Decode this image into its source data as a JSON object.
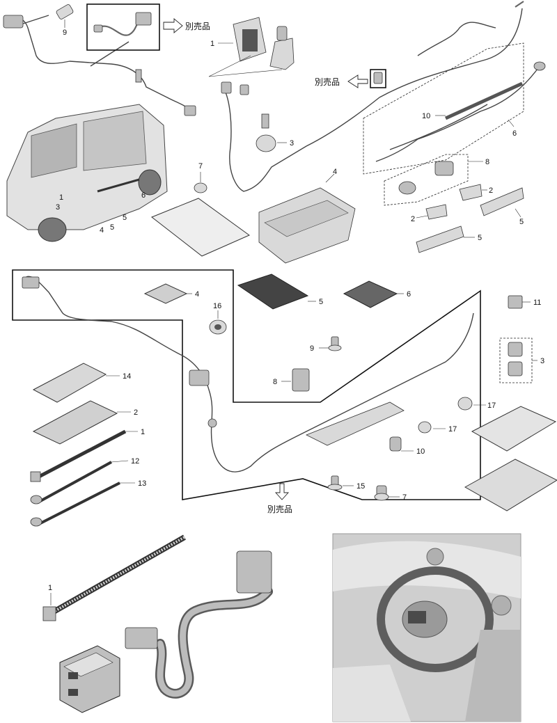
{
  "separately_sold": "別売品",
  "callouts": {
    "c1a": "1",
    "c9a": "9",
    "c3a": "3",
    "c4a": "4",
    "c5a": "5",
    "c6a": "6",
    "c7a": "7",
    "c8a": "8",
    "c10a": "10",
    "c2b": "2",
    "c2c": "2",
    "c5b": "5",
    "c5c": "5",
    "v1": "1",
    "v3": "3",
    "v4": "4",
    "v5": "5",
    "v6": "6",
    "s4": "4",
    "s5": "5",
    "s6": "6",
    "s11": "11",
    "s16": "16",
    "s9": "9",
    "s3": "3",
    "s8": "8",
    "s14": "14",
    "s2": "2",
    "s1": "1",
    "s17a": "17",
    "s17b": "17",
    "s12": "12",
    "s13": "13",
    "s10": "10",
    "s15": "15",
    "s7": "7",
    "d1": "1"
  },
  "colors": {
    "line": "#111111",
    "part_fill": "#d9d9d9",
    "photo_bg": "#cfcfcf"
  }
}
